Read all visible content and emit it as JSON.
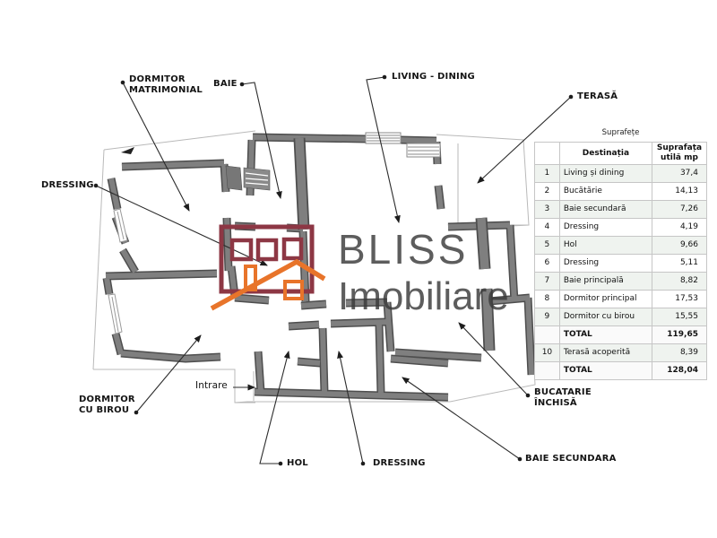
{
  "watermark": {
    "brand_top": "BLISS",
    "brand_bottom": "Imobiliare",
    "logo_colors": {
      "building": "#8d3744",
      "roof": "#e8742a"
    }
  },
  "plan_labels": {
    "dormitor_matrimonial": {
      "line1": "DORMITOR",
      "line2": "MATRIMONIAL"
    },
    "baie": "BAIE",
    "living_dining": "LIVING - DINING",
    "terasa": "TERASĂ",
    "dressing_left": "DRESSING",
    "dormitor_cu_birou": {
      "line1": "DORMITOR",
      "line2": "CU BIROU"
    },
    "intrare": "Intrare",
    "hol": "HOL",
    "dressing_bottom": "DRESSING",
    "baie_secundara": "BAIE SECUNDARA",
    "bucatarie": {
      "line1": "BUCATARIE",
      "line2": "ÎNCHISĂ"
    }
  },
  "table": {
    "title": "Suprafețe",
    "headers": {
      "destination": "Destinația",
      "area": "Suprafața utilă mp"
    },
    "rows": [
      {
        "no": "1",
        "name": "Living și dining",
        "mp": "37,4"
      },
      {
        "no": "2",
        "name": "Bucătărie",
        "mp": "14,13"
      },
      {
        "no": "3",
        "name": "Baie secundară",
        "mp": "7,26"
      },
      {
        "no": "4",
        "name": "Dressing",
        "mp": "4,19"
      },
      {
        "no": "5",
        "name": "Hol",
        "mp": "9,66"
      },
      {
        "no": "6",
        "name": "Dressing",
        "mp": "5,11"
      },
      {
        "no": "7",
        "name": "Baie principală",
        "mp": "8,82"
      },
      {
        "no": "8",
        "name": "Dormitor principal",
        "mp": "17,53"
      },
      {
        "no": "9",
        "name": "Dormitor cu birou",
        "mp": "15,55"
      },
      {
        "no": "",
        "name": "TOTAL",
        "mp": "119,65"
      },
      {
        "no": "10",
        "name": "Terasă acoperită",
        "mp": "8,39"
      },
      {
        "no": "",
        "name": "TOTAL",
        "mp": "128,04"
      }
    ]
  }
}
